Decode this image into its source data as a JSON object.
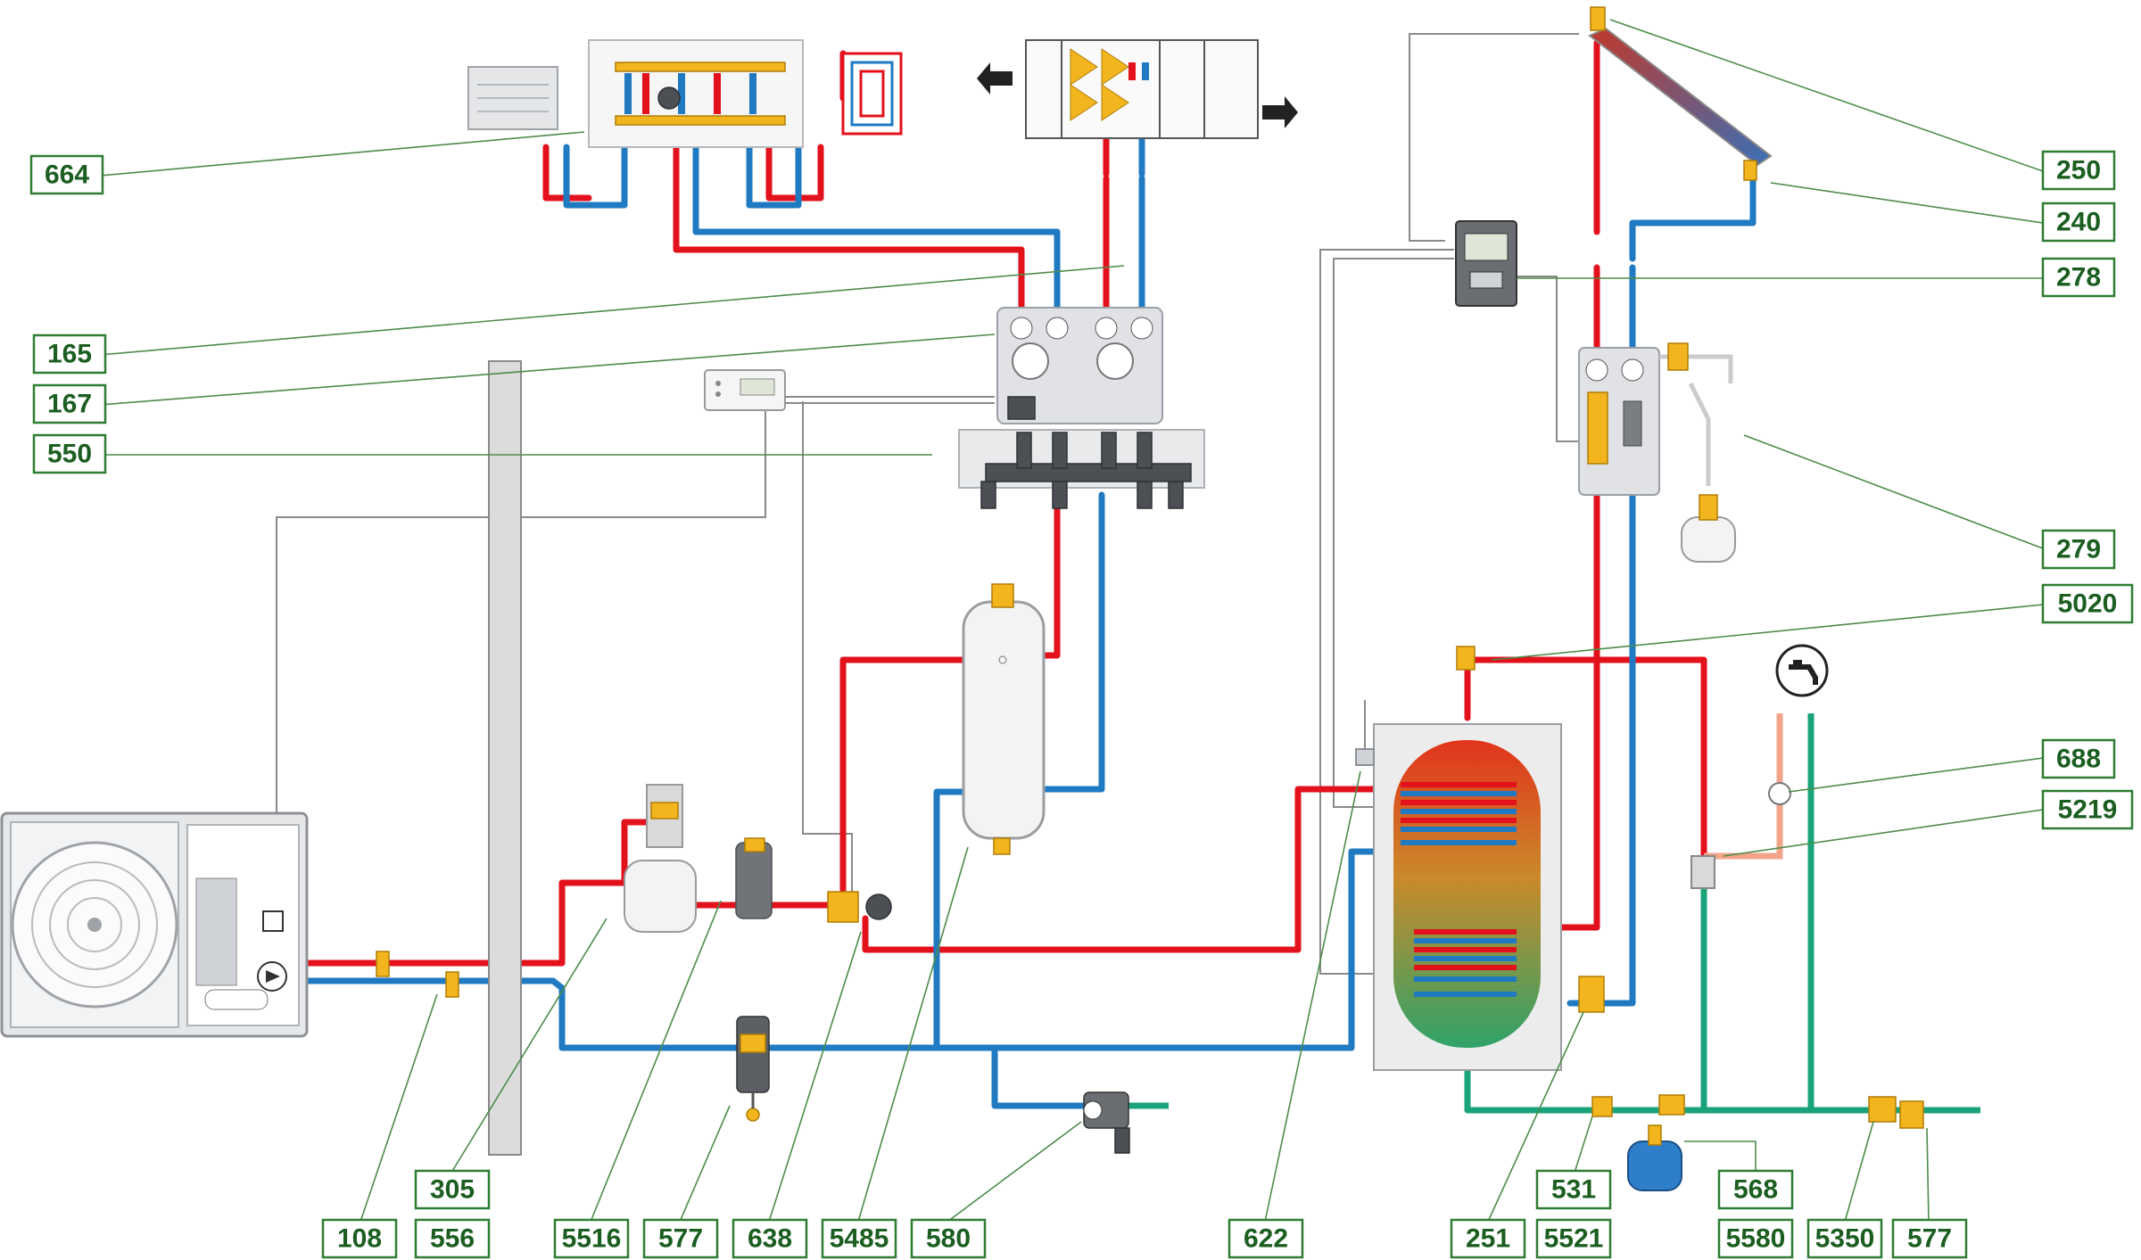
{
  "labels": {
    "l664": "664",
    "l165": "165",
    "l167": "167",
    "l550": "550",
    "l250": "250",
    "l240": "240",
    "l278": "278",
    "l279": "279",
    "l5020": "5020",
    "l688": "688",
    "l5219": "5219",
    "l108": "108",
    "l305": "305",
    "l556": "556",
    "l5516": "5516",
    "l577a": "577",
    "l638": "638",
    "l5485": "5485",
    "l580": "580",
    "l622": "622",
    "l251": "251",
    "l531": "531",
    "l5521": "5521",
    "l568": "568",
    "l5580": "5580",
    "l5350": "5350",
    "l577b": "577"
  },
  "icons": {
    "heat_pump": "heat-pump-icon",
    "tap": "tap-icon",
    "solar_collector": "solar-collector-icon"
  },
  "colors": {
    "hot": "#e3111b",
    "cold": "#1f7ac2",
    "domestic": "#1aa37a",
    "label": "#2e7d32"
  }
}
